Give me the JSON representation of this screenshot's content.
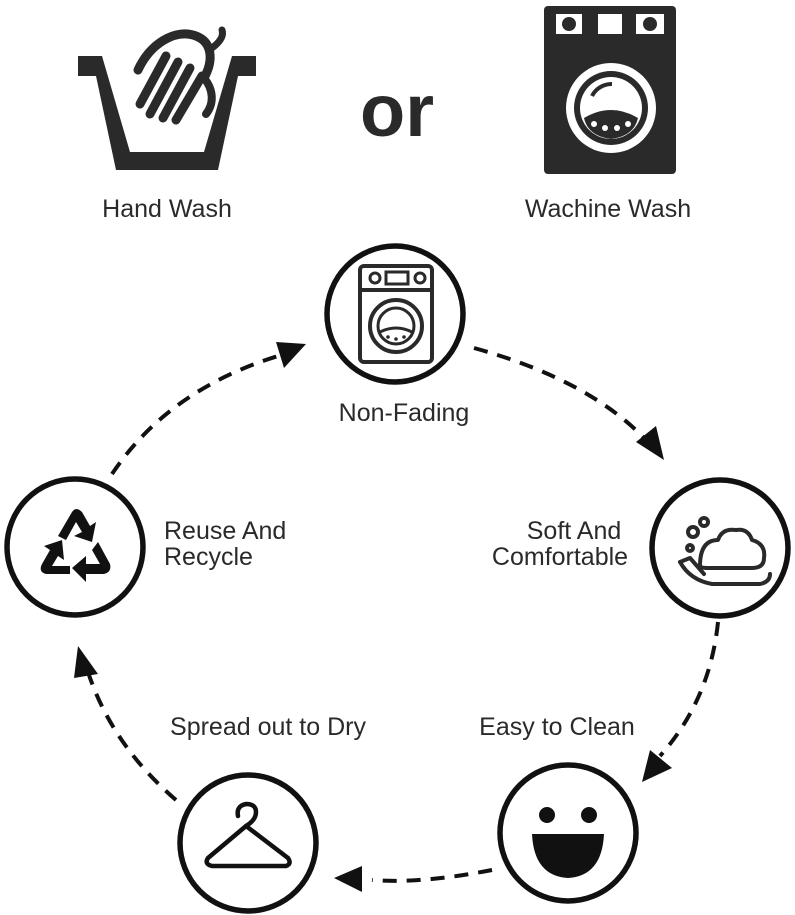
{
  "top": {
    "hand_wash_label": "Hand Wash",
    "or_label": "or",
    "machine_wash_label": "Wachine Wash"
  },
  "cycle": {
    "non_fading": "Non-Fading",
    "soft_line1": "Soft And",
    "soft_line2": "Comfortable",
    "easy_clean": "Easy to Clean",
    "spread_dry": "Spread out to Dry",
    "reuse_line1": "Reuse And",
    "reuse_line2": "Recycle"
  },
  "icons": {
    "hand_wash": "hand-wash-tub-icon",
    "machine": "washing-machine-icon",
    "foam_hand": "hand-foam-icon",
    "smiley": "smiley-face-icon",
    "hanger": "clothes-hanger-icon",
    "recycle": "recycle-icon"
  },
  "colors": {
    "ink": "#111111",
    "text": "#2a2a2a",
    "background": "#ffffff"
  }
}
